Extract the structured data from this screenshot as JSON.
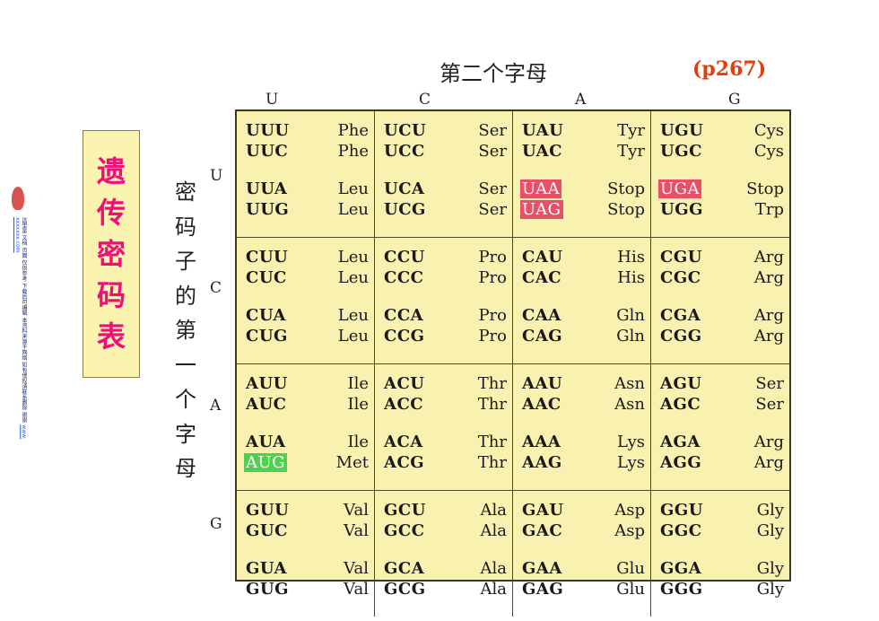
{
  "side_logo": {
    "icon": "logo-flame-icon",
    "text": "这里是 文档 页面 仅供参考 下载后可编辑 本资料来源于网络 如有侵权请联系删除 谢谢",
    "link": "www.xxxxxxx.com"
  },
  "title_chars": [
    "遗",
    "传",
    "密",
    "码",
    "表"
  ],
  "page_ref": "(p267)",
  "second_letter_label": "第二个字母",
  "first_letter_label_chars": [
    "密",
    "码",
    "子",
    "的",
    "第",
    "一",
    "个",
    "字",
    "母"
  ],
  "column_headers": [
    "U",
    "C",
    "A",
    "G"
  ],
  "row_headers": [
    "U",
    "C",
    "A",
    "G"
  ],
  "highlight_colors": {
    "stop": "#e8506a",
    "start": "#4fd14f"
  },
  "rows": [
    {
      "blocks": [
        [
          [
            {
              "c": "UUU",
              "a": "Phe"
            },
            {
              "c": "UUC",
              "a": "Phe"
            }
          ],
          [
            {
              "c": "UUA",
              "a": "Leu"
            },
            {
              "c": "UUG",
              "a": "Leu"
            }
          ]
        ],
        [
          [
            {
              "c": "UCU",
              "a": "Ser"
            },
            {
              "c": "UCC",
              "a": "Ser"
            }
          ],
          [
            {
              "c": "UCA",
              "a": "Ser"
            },
            {
              "c": "UCG",
              "a": "Ser"
            }
          ]
        ],
        [
          [
            {
              "c": "UAU",
              "a": "Tyr"
            },
            {
              "c": "UAC",
              "a": "Tyr"
            }
          ],
          [
            {
              "c": "UAA",
              "a": "Stop",
              "h": "stop"
            },
            {
              "c": "UAG",
              "a": "Stop",
              "h": "stop"
            }
          ]
        ],
        [
          [
            {
              "c": "UGU",
              "a": "Cys"
            },
            {
              "c": "UGC",
              "a": "Cys"
            }
          ],
          [
            {
              "c": "UGA",
              "a": "Stop",
              "h": "stop"
            },
            {
              "c": "UGG",
              "a": "Trp"
            }
          ]
        ]
      ]
    },
    {
      "blocks": [
        [
          [
            {
              "c": "CUU",
              "a": "Leu"
            },
            {
              "c": "CUC",
              "a": "Leu"
            }
          ],
          [
            {
              "c": "CUA",
              "a": "Leu"
            },
            {
              "c": "CUG",
              "a": "Leu"
            }
          ]
        ],
        [
          [
            {
              "c": "CCU",
              "a": "Pro"
            },
            {
              "c": "CCC",
              "a": "Pro"
            }
          ],
          [
            {
              "c": "CCA",
              "a": "Pro"
            },
            {
              "c": "CCG",
              "a": "Pro"
            }
          ]
        ],
        [
          [
            {
              "c": "CAU",
              "a": "His"
            },
            {
              "c": "CAC",
              "a": "His"
            }
          ],
          [
            {
              "c": "CAA",
              "a": "Gln"
            },
            {
              "c": "CAG",
              "a": "Gln"
            }
          ]
        ],
        [
          [
            {
              "c": "CGU",
              "a": "Arg"
            },
            {
              "c": "CGC",
              "a": "Arg"
            }
          ],
          [
            {
              "c": "CGA",
              "a": "Arg"
            },
            {
              "c": "CGG",
              "a": "Arg"
            }
          ]
        ]
      ]
    },
    {
      "blocks": [
        [
          [
            {
              "c": "AUU",
              "a": "Ile"
            },
            {
              "c": "AUC",
              "a": "Ile"
            }
          ],
          [
            {
              "c": "AUA",
              "a": "Ile"
            },
            {
              "c": "AUG",
              "a": "Met",
              "h": "start"
            }
          ]
        ],
        [
          [
            {
              "c": "ACU",
              "a": "Thr"
            },
            {
              "c": "ACC",
              "a": "Thr"
            }
          ],
          [
            {
              "c": "ACA",
              "a": "Thr"
            },
            {
              "c": "ACG",
              "a": "Thr"
            }
          ]
        ],
        [
          [
            {
              "c": "AAU",
              "a": "Asn"
            },
            {
              "c": "AAC",
              "a": "Asn"
            }
          ],
          [
            {
              "c": "AAA",
              "a": "Lys"
            },
            {
              "c": "AAG",
              "a": "Lys"
            }
          ]
        ],
        [
          [
            {
              "c": "AGU",
              "a": "Ser"
            },
            {
              "c": "AGC",
              "a": "Ser"
            }
          ],
          [
            {
              "c": "AGA",
              "a": "Arg"
            },
            {
              "c": "AGG",
              "a": "Arg"
            }
          ]
        ]
      ]
    },
    {
      "blocks": [
        [
          [
            {
              "c": "GUU",
              "a": "Val"
            },
            {
              "c": "GUC",
              "a": "Val"
            }
          ],
          [
            {
              "c": "GUA",
              "a": "Val"
            },
            {
              "c": "GUG",
              "a": "Val"
            }
          ]
        ],
        [
          [
            {
              "c": "GCU",
              "a": "Ala"
            },
            {
              "c": "GCC",
              "a": "Ala"
            }
          ],
          [
            {
              "c": "GCA",
              "a": "Ala"
            },
            {
              "c": "GCG",
              "a": "Ala"
            }
          ]
        ],
        [
          [
            {
              "c": "GAU",
              "a": "Asp"
            },
            {
              "c": "GAC",
              "a": "Asp"
            }
          ],
          [
            {
              "c": "GAA",
              "a": "Glu"
            },
            {
              "c": "GAG",
              "a": "Glu"
            }
          ]
        ],
        [
          [
            {
              "c": "GGU",
              "a": "Gly"
            },
            {
              "c": "GGC",
              "a": "Gly"
            }
          ],
          [
            {
              "c": "GGA",
              "a": "Gly"
            },
            {
              "c": "GGG",
              "a": "Gly"
            }
          ]
        ]
      ]
    }
  ]
}
